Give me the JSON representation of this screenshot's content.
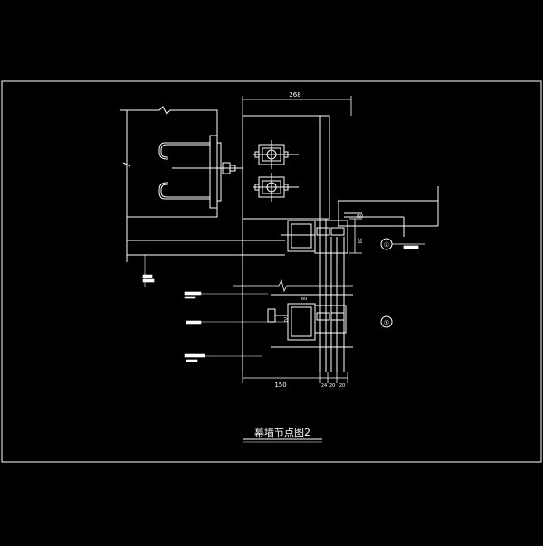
{
  "drawing": {
    "title": "幕墙节点图2",
    "dimensions": {
      "top_width": "268",
      "bottom_left": "150",
      "bottom_right_a": "24",
      "bottom_right_b": "20",
      "bottom_right_c": "20",
      "right_upper": "30",
      "right_small": "60",
      "mid_60": "60",
      "mid_70": "70"
    },
    "markers": {
      "marker_1": "①",
      "marker_2": "②"
    },
    "colors": {
      "background": "#000000",
      "line": "#ffffff",
      "accent": "#ffffff"
    }
  }
}
